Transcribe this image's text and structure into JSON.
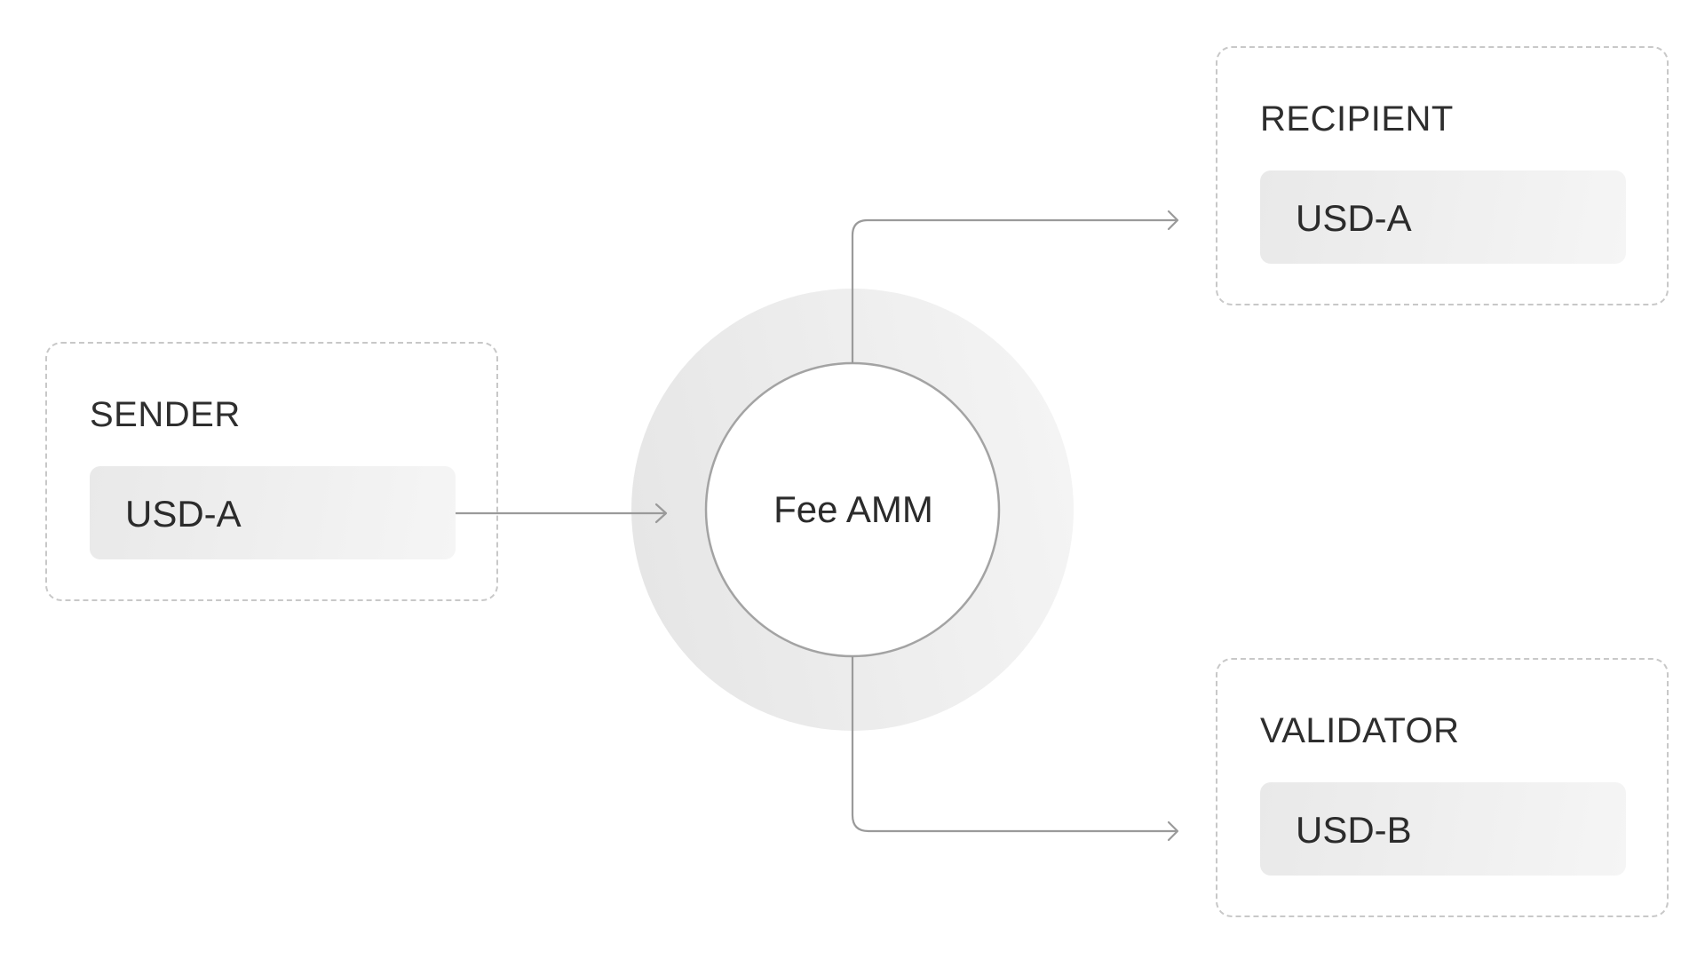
{
  "sender": {
    "title": "SENDER",
    "token": "USD-A"
  },
  "fee_amm": {
    "label": "Fee AMM"
  },
  "recipient": {
    "title": "RECIPIENT",
    "token": "USD-A"
  },
  "validator": {
    "title": "VALIDATOR",
    "token": "USD-B"
  },
  "colors": {
    "ring": "#ebebeb",
    "connector": "#9a9a9a",
    "box_border": "#c8c8c8",
    "text": "#2b2b2b"
  }
}
